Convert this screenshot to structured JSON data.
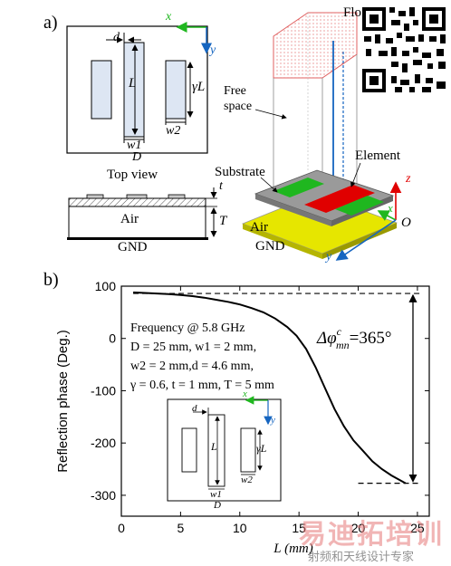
{
  "panel_a": {
    "label": "a)",
    "top_view": {
      "caption": "Top view",
      "dim_d": "d",
      "dim_L": "L",
      "dim_gammaL": "γL",
      "dim_w1": "w1",
      "dim_w2": "w2",
      "dim_D": "D",
      "axis_x": "x",
      "axis_y": "y"
    },
    "side_view": {
      "dim_t": "t",
      "dim_T": "T",
      "air": "Air",
      "gnd": "GND"
    },
    "three_d": {
      "floquet": "Flo",
      "free_space": [
        "Free",
        "space"
      ],
      "element": "Element",
      "substrate": "Substrate",
      "air": "Air",
      "gnd": "GND",
      "axis_z": "z",
      "axis_x": "x",
      "axis_y": "y",
      "origin": "O"
    },
    "colors": {
      "red": "#e00000",
      "green": "#1fb71f",
      "yellow": "#e6e600",
      "substrate": "#9a9a9a",
      "blue": "#1565c0",
      "strip_fill": "#dde6f3"
    }
  },
  "panel_b": {
    "label": "b)",
    "annotation": {
      "lines": [
        "Frequency @ 5.8 GHz",
        "D = 25 mm, w1 = 2 mm,",
        "w2 = 2 mm,d = 4.6 mm,",
        "γ = 0.6, t = 1 mm, T = 5 mm"
      ],
      "delta": "Δφ",
      "delta_sup": "c",
      "delta_sub": "mn",
      "delta_value": "=365°"
    },
    "inset": {
      "d": "d",
      "L": "L",
      "gammaL": "γL",
      "w1": "w1",
      "w2": "w2",
      "D": "D",
      "x": "x",
      "y": "y"
    }
  },
  "watermark": {
    "brand": "易迪拓培训",
    "sub": "射频和天线设计专家"
  },
  "chart_data": {
    "type": "line",
    "title": "",
    "xlabel": "L (mm)",
    "ylabel": "Reflection phase (Deg.)",
    "xlim": [
      0,
      26
    ],
    "ylim": [
      -340,
      100
    ],
    "xticks": [
      0,
      5,
      10,
      15,
      20,
      25
    ],
    "yticks": [
      100,
      0,
      -100,
      -200,
      -300
    ],
    "grid": false,
    "series": [
      {
        "x": [
          1,
          2,
          3,
          4,
          5,
          6,
          7,
          8,
          9,
          10,
          11,
          12,
          13,
          14,
          14.8,
          15.6,
          16.4,
          17.2,
          18,
          18.8,
          19.6,
          20.4,
          21.2,
          22,
          22.8,
          23.6,
          24
        ],
        "values": [
          88,
          87,
          86,
          85,
          83,
          81,
          78,
          74,
          70,
          65,
          58,
          50,
          38,
          22,
          5,
          -20,
          -55,
          -95,
          -135,
          -168,
          -195,
          -215,
          -235,
          -250,
          -262,
          -272,
          -277
        ]
      }
    ],
    "reference_lines": [
      86,
      -277
    ]
  }
}
